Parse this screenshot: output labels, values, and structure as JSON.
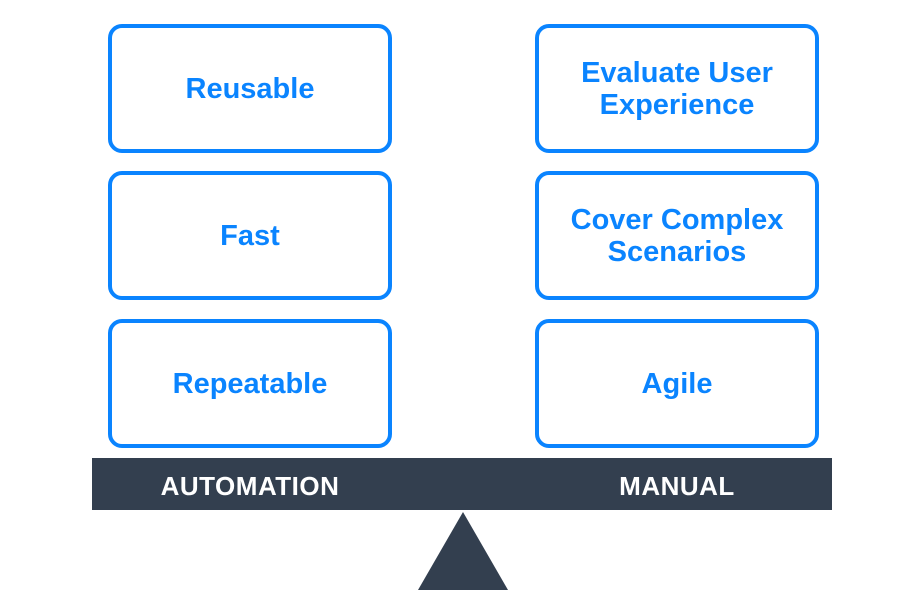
{
  "automation": {
    "label": "AUTOMATION",
    "items": [
      "Reusable",
      "Fast",
      "Repeatable"
    ]
  },
  "manual": {
    "label": "MANUAL",
    "items": [
      "Evaluate User\nExperience",
      "Cover Complex\nScenarios",
      "Agile"
    ]
  },
  "colors": {
    "accent": "#0a84ff",
    "beam": "#333f4f",
    "background": "#ffffff"
  }
}
